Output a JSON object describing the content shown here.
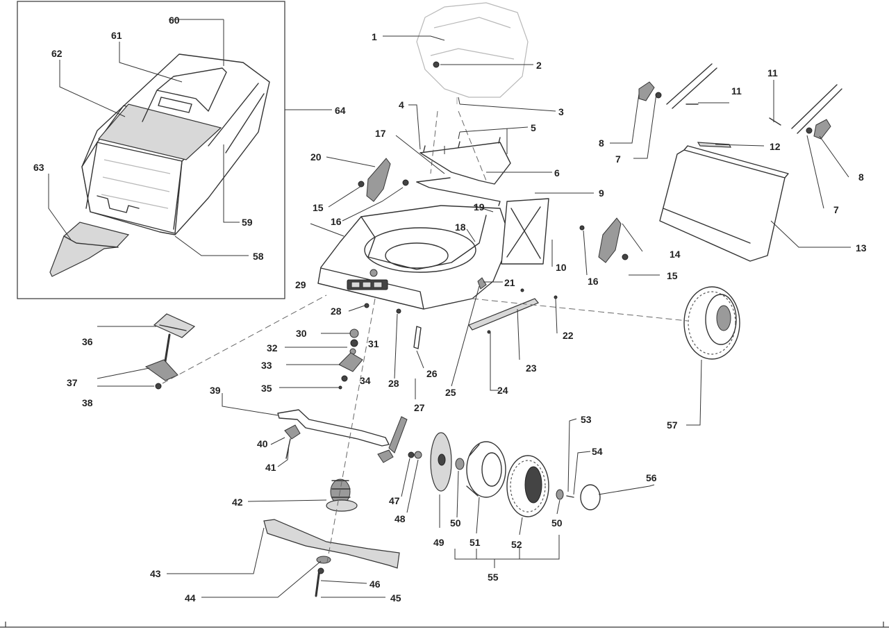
{
  "callouts": {
    "c1": "1",
    "c2": "2",
    "c3": "3",
    "c4": "4",
    "c5": "5",
    "c6": "6",
    "c7a": "7",
    "c7b": "7",
    "c8a": "8",
    "c8b": "8",
    "c9": "9",
    "c10": "10",
    "c11a": "11",
    "c11b": "11",
    "c12": "12",
    "c13": "13",
    "c14": "14",
    "c15a": "15",
    "c15b": "15",
    "c16a": "16",
    "c16b": "16",
    "c17": "17",
    "c18": "18",
    "c19": "19",
    "c20": "20",
    "c21": "21",
    "c22": "22",
    "c23": "23",
    "c24": "24",
    "c25": "25",
    "c26": "26",
    "c27": "27",
    "c28a": "28",
    "c28b": "28",
    "c29": "29",
    "c30": "30",
    "c31": "31",
    "c32": "32",
    "c33": "33",
    "c34": "34",
    "c35": "35",
    "c36": "36",
    "c37": "37",
    "c38": "38",
    "c39": "39",
    "c40": "40",
    "c41": "41",
    "c42": "42",
    "c43": "43",
    "c44": "44",
    "c45": "45",
    "c46": "46",
    "c47": "47",
    "c48": "48",
    "c49": "49",
    "c50a": "50",
    "c50b": "50",
    "c51": "51",
    "c52": "52",
    "c53": "53",
    "c54": "54",
    "c55": "55",
    "c56": "56",
    "c57": "57",
    "c58": "58",
    "c59": "59",
    "c60": "60",
    "c61": "61",
    "c62": "62",
    "c63": "63",
    "c64": "64"
  }
}
